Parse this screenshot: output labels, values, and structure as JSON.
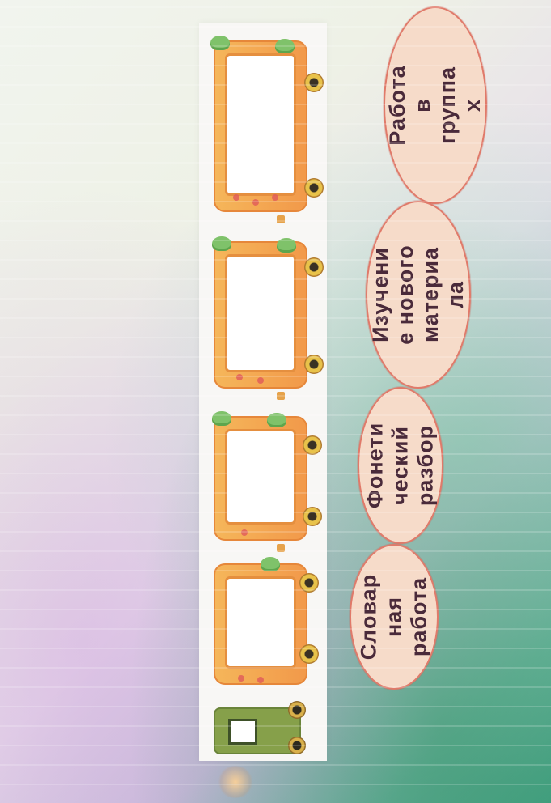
{
  "photo": {
    "subject": "projected lesson-plan slide photographed at an angle"
  },
  "train": {
    "wagons": [
      {
        "name": "wagon-1",
        "icon": "wagon-icon"
      },
      {
        "name": "wagon-2",
        "icon": "wagon-icon"
      },
      {
        "name": "wagon-3",
        "icon": "wagon-icon"
      },
      {
        "name": "wagon-4",
        "icon": "wagon-icon"
      }
    ],
    "engine": {
      "icon": "locomotive-icon"
    }
  },
  "bubbles": [
    {
      "text": "Работа\nв\nгруппа\nх"
    },
    {
      "text": "Изучени\nе нового\nматериа\nла"
    },
    {
      "text": "Фонети\nческий\nразбор"
    },
    {
      "text": "Словар\nная\nработа"
    }
  ],
  "colors": {
    "bubble_fill": "#f6dbc9",
    "bubble_border": "#e07a6a",
    "wagon_orange": "#f2994a",
    "leaf_green": "#7fc26a",
    "engine_green": "#86a04a"
  }
}
